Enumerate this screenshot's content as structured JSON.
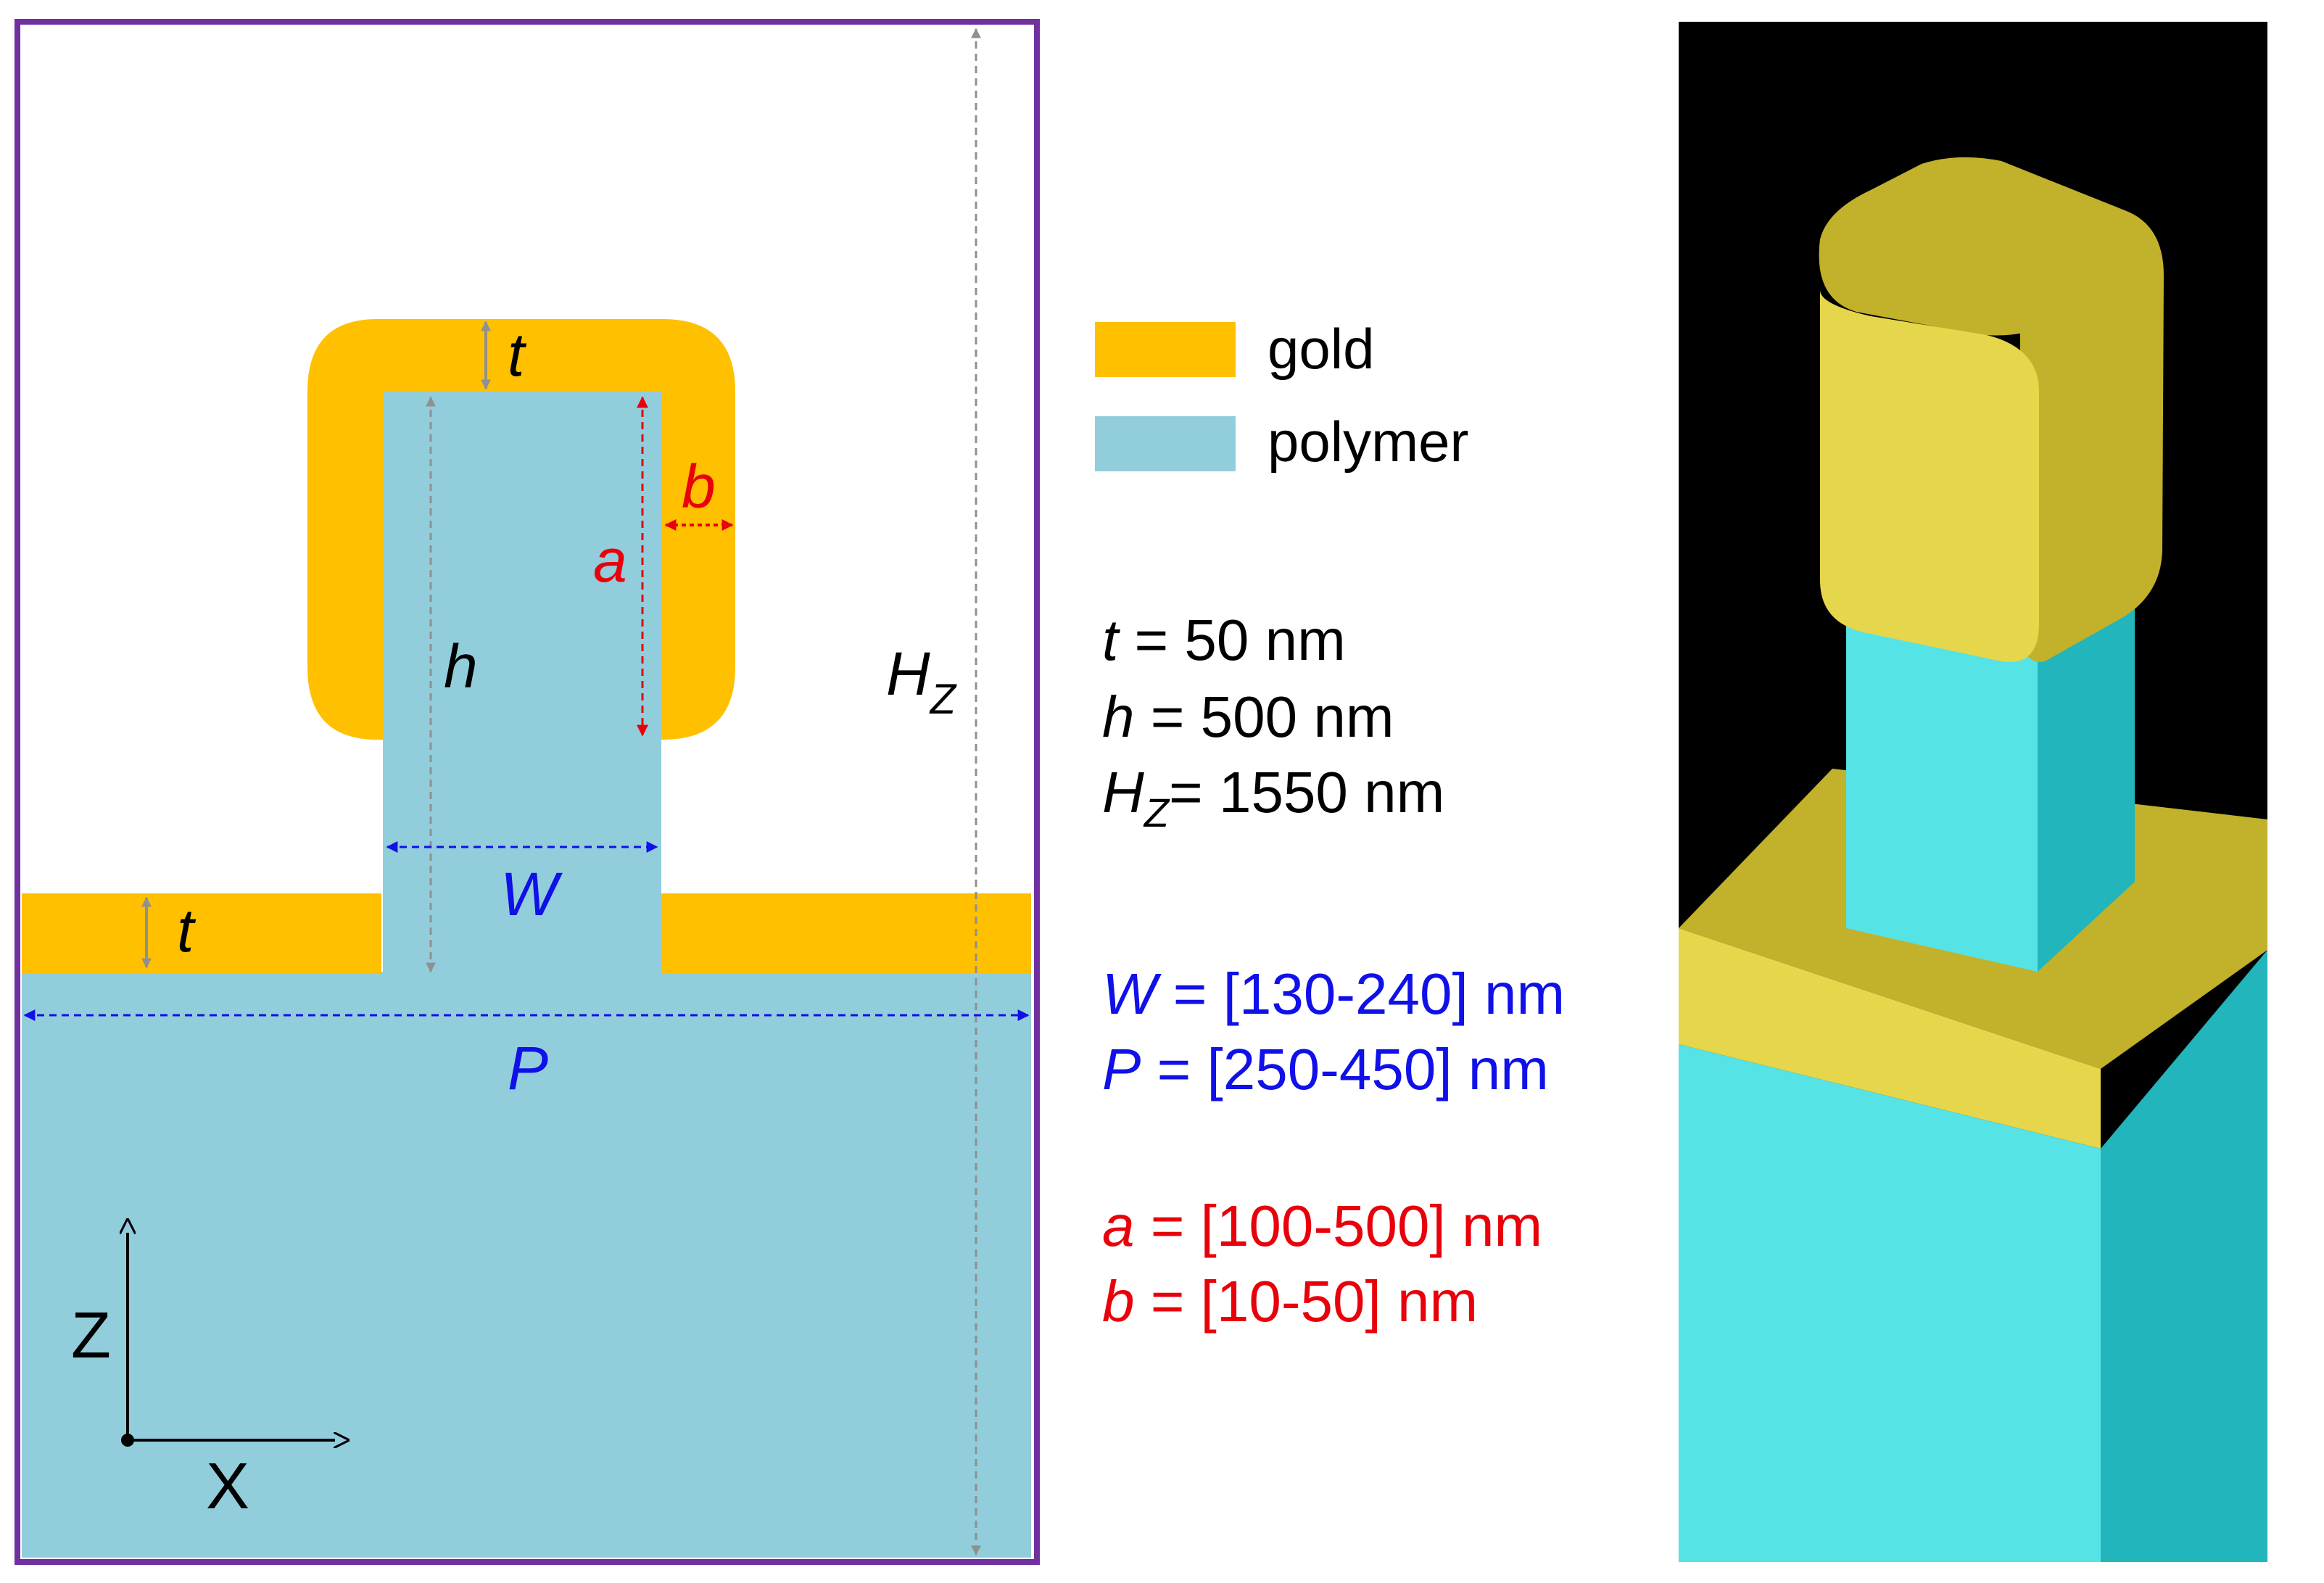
{
  "colors": {
    "gold": "#FFC000",
    "polymer": "#92CDDC",
    "frame": "#7030A0",
    "dim_gray": "#909090",
    "dim_red": "#E8000B",
    "dim_blue": "#1010E8",
    "render_bg": "#000000",
    "render_gold_front": "#E6D64C",
    "render_gold_side": "#C2B12A",
    "render_cyan_front": "#55E3E6",
    "render_cyan_side": "#22B5BB"
  },
  "cross_section": {
    "labels": {
      "t_top": "t",
      "t_bottom": "t",
      "b": "b",
      "a": "a",
      "h": "h",
      "hz_main": "H",
      "hz_sub": "Z",
      "w": "W",
      "p": "P"
    },
    "axes": {
      "z": "Z",
      "x": "X"
    }
  },
  "legend": {
    "items": [
      {
        "label": "gold",
        "color_key": "gold"
      },
      {
        "label": "polymer",
        "color_key": "polymer"
      }
    ]
  },
  "parameters": {
    "fixed": [
      {
        "symbol": "t",
        "text": " = 50 nm"
      },
      {
        "symbol": "h",
        "text": " = 500 nm"
      },
      {
        "symbol": "H",
        "sub": "Z",
        "text": "= 1550 nm"
      }
    ],
    "blue": [
      {
        "symbol": "W",
        "text": " = [130-240] nm"
      },
      {
        "symbol": "P",
        "text": " = [250-450] nm"
      }
    ],
    "red": [
      {
        "symbol": "a",
        "text": " = [100-500] nm"
      },
      {
        "symbol": "b",
        "text": " = [10-50] nm"
      }
    ]
  }
}
